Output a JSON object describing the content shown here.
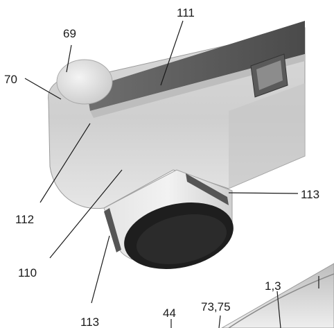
{
  "figure": {
    "reference_numerals": {
      "n69": "69",
      "n70": "70",
      "n111": "111",
      "n112": "112",
      "n110": "110",
      "n113_right": "113",
      "n113_left": "113",
      "n44": "44",
      "n73_75": "73,75",
      "n1_3": "1,3"
    }
  }
}
